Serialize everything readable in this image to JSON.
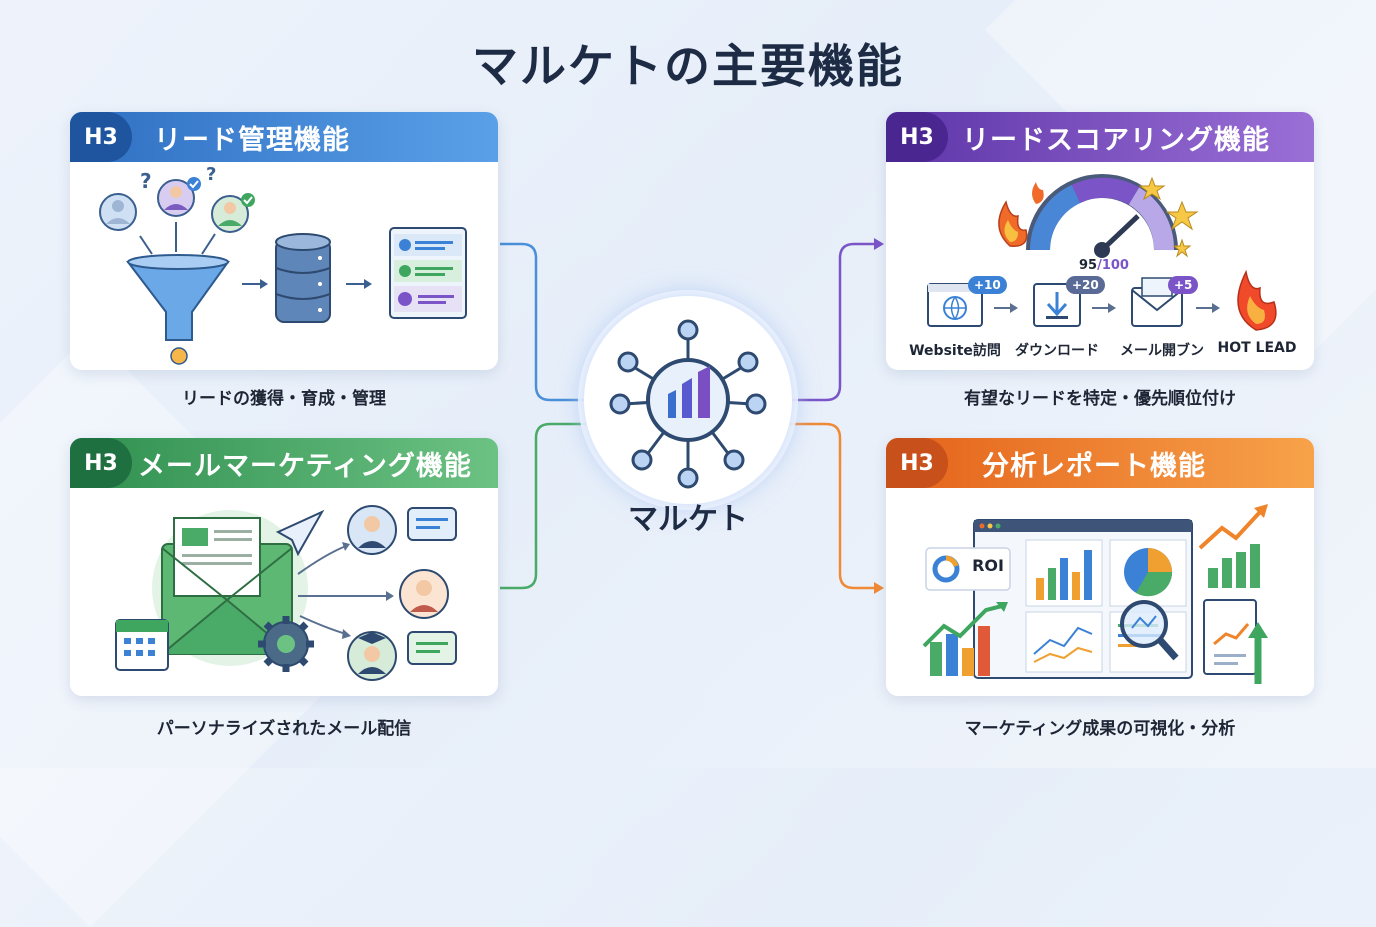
{
  "title": "マルケトの主要機能",
  "hub": {
    "label": "マルケト"
  },
  "cards": {
    "lead": {
      "tag": "H3",
      "title": "リード管理機能",
      "caption": "リードの獲得・育成・管理",
      "color": "#3b82d6"
    },
    "email": {
      "tag": "H3",
      "title": "メールマーケティング機能",
      "caption": "パーソナライズされたメール配信",
      "color": "#3fa65f"
    },
    "scoring": {
      "tag": "H3",
      "title": "リードスコアリング機能",
      "caption": "有望なリードを特定・優先順位付け",
      "color": "#7b4fc4",
      "score": "95",
      "score_total": "/100",
      "steps": [
        {
          "label": "Website訪問",
          "badge": "+10"
        },
        {
          "label": "ダウンロード",
          "badge": "+20"
        },
        {
          "label": "メール開ブン",
          "badge": "+5"
        },
        {
          "label": "HOT LEAD",
          "badge": ""
        }
      ]
    },
    "report": {
      "tag": "H3",
      "title": "分析レポート機能",
      "caption": "マーケティング成果の可視化・分析",
      "color": "#ef7d2a",
      "roi_label": "ROI"
    }
  }
}
